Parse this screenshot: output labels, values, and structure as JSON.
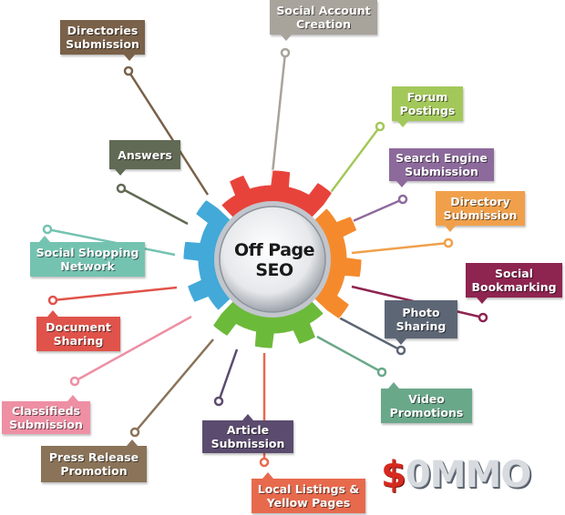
{
  "center": {
    "line1": "Off Page",
    "line2": "SEO"
  },
  "labels": [
    {
      "id": "directories",
      "text": "Directories\nSubmission",
      "color": "#7a6149"
    },
    {
      "id": "social-account",
      "text": "Social Account\nCreation",
      "color": "#a8a39b"
    },
    {
      "id": "answers",
      "text": "Answers",
      "color": "#616a54"
    },
    {
      "id": "forum",
      "text": "Forum\nPostings",
      "color": "#a3c85a"
    },
    {
      "id": "search-engine",
      "text": "Search Engine\nSubmission",
      "color": "#8d6a9c"
    },
    {
      "id": "directory",
      "text": "Directory\nSubmission",
      "color": "#f0a04b"
    },
    {
      "id": "social-shopping",
      "text": "Social Shopping\nNetwork",
      "color": "#74c3b1"
    },
    {
      "id": "social-bookmarking",
      "text": "Social\nBookmarking",
      "color": "#8e2450"
    },
    {
      "id": "document",
      "text": "Document\nSharing",
      "color": "#e0534a"
    },
    {
      "id": "photo",
      "text": "Photo\nSharing",
      "color": "#5d6675"
    },
    {
      "id": "classifieds",
      "text": "Classifieds\nSubmission",
      "color": "#ee8fa4"
    },
    {
      "id": "video",
      "text": "Video\nPromotions",
      "color": "#6aa88a"
    },
    {
      "id": "article",
      "text": "Article\nSubmission",
      "color": "#5b4b6e"
    },
    {
      "id": "press-release",
      "text": "Press Release\nPromotion",
      "color": "#8a7358"
    },
    {
      "id": "local-listings",
      "text": "Local Listings &\nYellow Pages",
      "color": "#e76a4d"
    }
  ],
  "gear_colors": [
    "#e8433b",
    "#f58a2d",
    "#6cba3a",
    "#42a9d8"
  ],
  "logo": {
    "symbol": "$",
    "text": "0MMO"
  }
}
